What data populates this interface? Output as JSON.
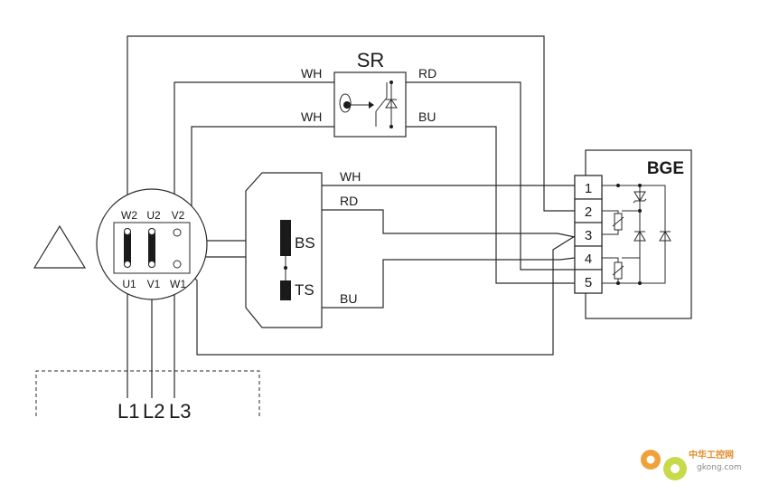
{
  "labels": {
    "sr": "SR",
    "bge": "BGE",
    "bs": "BS",
    "ts": "TS",
    "wh_top": "WH",
    "wh_mid": "WH",
    "rd_top": "RD",
    "bu_top": "BU",
    "wh_coil": "WH",
    "rd_coil": "RD",
    "bu_coil": "BU",
    "w2": "W2",
    "u2": "U2",
    "v2": "V2",
    "u1": "U1",
    "v1": "V1",
    "w1": "W1",
    "l1": "L1",
    "l2": "L2",
    "l3": "L3"
  },
  "terminals": [
    "1",
    "2",
    "3",
    "4",
    "5"
  ],
  "watermark": {
    "cn": "中华工控网",
    "url": "gkong.com",
    "color": "#e48a2a"
  }
}
